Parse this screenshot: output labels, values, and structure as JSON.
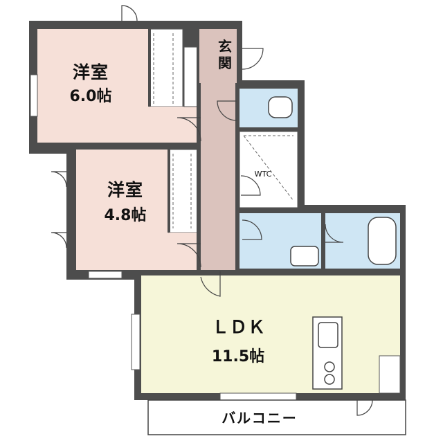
{
  "colors": {
    "wall": "#4d4d4d",
    "bedroom": "#f6e0d8",
    "hallway": "#dbc3bd",
    "wet_area": "#cfe6f4",
    "ldk": "#f6f6d9",
    "closet": "#ffffff",
    "background": "#ffffff"
  },
  "rooms": {
    "bedroom1": {
      "name": "洋室",
      "size": "6.0帖"
    },
    "bedroom2": {
      "name": "洋室",
      "size": "4.8帖"
    },
    "ldk": {
      "name": "ＬＤＫ",
      "size": "11.5帖"
    },
    "entrance": {
      "line1": "玄",
      "line2": "関"
    },
    "wtc": {
      "name": "WTC"
    },
    "balcony": {
      "name": "バルコニー"
    }
  }
}
